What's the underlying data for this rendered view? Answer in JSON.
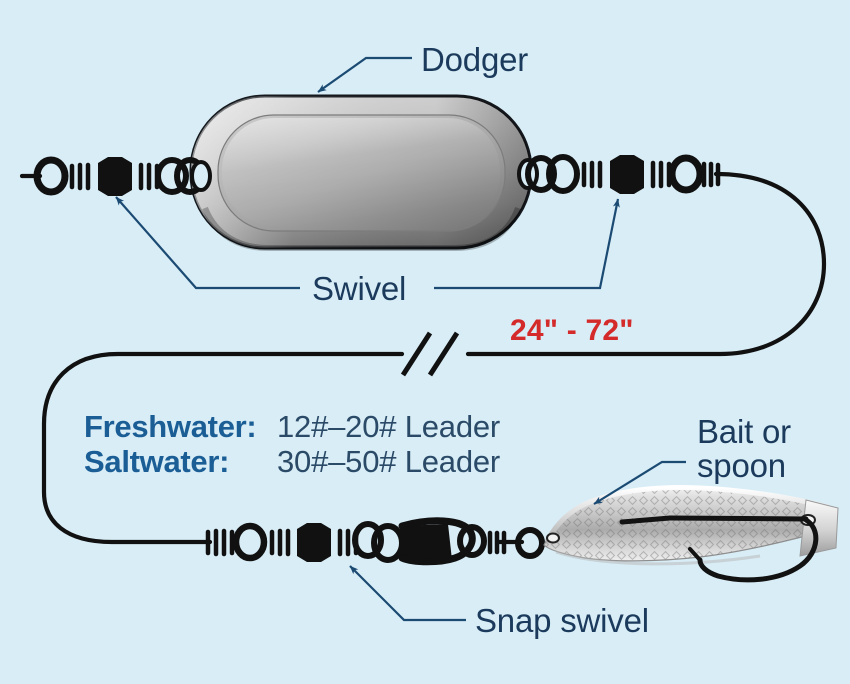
{
  "diagram": {
    "title": "Dodger fishing rig setup",
    "background_color": "#d8edf6",
    "line_color": "#111111",
    "leader_callout_color": "#d42a2a",
    "label_color": "#1b3a5c",
    "bold_label_color": "#1b5e96"
  },
  "labels": {
    "dodger": "Dodger",
    "swivel": "Swivel",
    "snap_swivel": "Snap swivel",
    "bait_line1": "Bait or",
    "bait_line2": "spoon",
    "leader_length": "24\" - 72\""
  },
  "specs": [
    {
      "name": "Freshwater:",
      "value": "12#–20# Leader"
    },
    {
      "name": "Saltwater:",
      "value": "30#–50# Leader"
    }
  ],
  "components": [
    {
      "id": "left-swivel",
      "name": "Swivel"
    },
    {
      "id": "dodger",
      "name": "Dodger"
    },
    {
      "id": "right-swivel",
      "name": "Swivel"
    },
    {
      "id": "snap-swivel",
      "name": "Snap swivel"
    },
    {
      "id": "spoon",
      "name": "Bait or spoon"
    }
  ]
}
